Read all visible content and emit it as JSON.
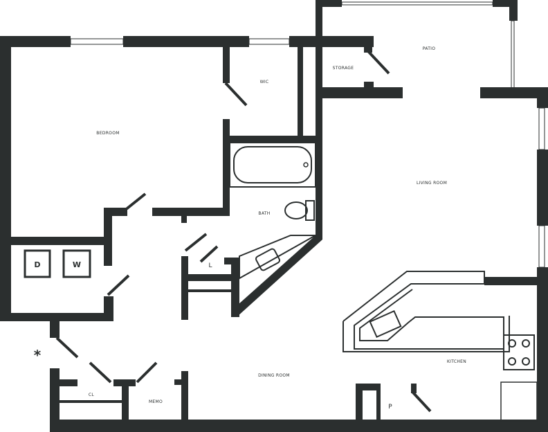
{
  "rooms": {
    "bedroom": "BEDROOM",
    "wic": "WIC",
    "storage": "STORAGE",
    "patio": "PATIO",
    "living_room": "LIVING ROOM",
    "bath": "BATH",
    "linen": "L",
    "closet": "CL",
    "memo": "MEMO",
    "dining_room": "DINING ROOM",
    "kitchen": "KITCHEN",
    "pantry": "P"
  },
  "appliances": {
    "dryer": "D",
    "washer": "W"
  },
  "symbols": {
    "entry_marker": "*"
  },
  "colors": {
    "wall": "#2b2f2f",
    "background": "#ffffff"
  }
}
